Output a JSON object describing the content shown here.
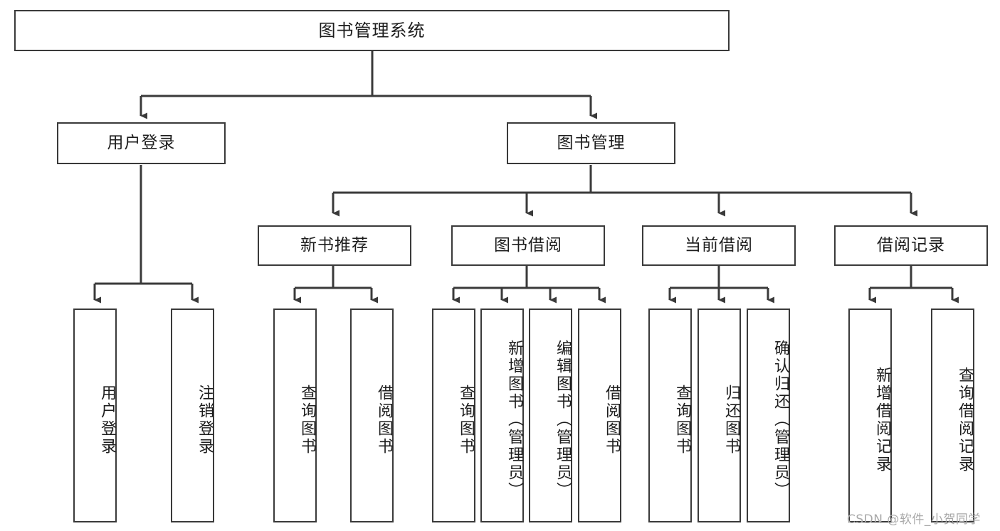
{
  "diagram": {
    "title": "图书管理系统",
    "type": "tree-hierarchy-chart",
    "stroke_color": "#3a3a3a",
    "text_color": "#1d1d1d",
    "background_color": "#ffffff",
    "root": {
      "label": "图书管理系统"
    },
    "level2": [
      {
        "label": "用户登录"
      },
      {
        "label": "图书管理"
      }
    ],
    "level3": [
      {
        "label": "新书推荐"
      },
      {
        "label": "图书借阅"
      },
      {
        "label": "当前借阅"
      },
      {
        "label": "借阅记录"
      }
    ],
    "leaves": {
      "user_login": [
        {
          "label": "用户登录"
        },
        {
          "label": "注销登录"
        }
      ],
      "new_book_recommend": [
        {
          "label": "查询图书"
        },
        {
          "label": "借阅图书"
        }
      ],
      "book_borrow": [
        {
          "label": "查询图书"
        },
        {
          "label": "新增图书（管理员）"
        },
        {
          "label": "编辑图书（管理员）"
        },
        {
          "label": "借阅图书"
        }
      ],
      "current_borrow": [
        {
          "label": "查询图书"
        },
        {
          "label": "归还图书"
        },
        {
          "label": "确认归还（管理员）"
        }
      ],
      "borrow_record": [
        {
          "label": "新增借阅记录"
        },
        {
          "label": "查询借阅记录"
        }
      ]
    }
  },
  "watermark": {
    "text": "CSDN @软件_小贺同学"
  }
}
